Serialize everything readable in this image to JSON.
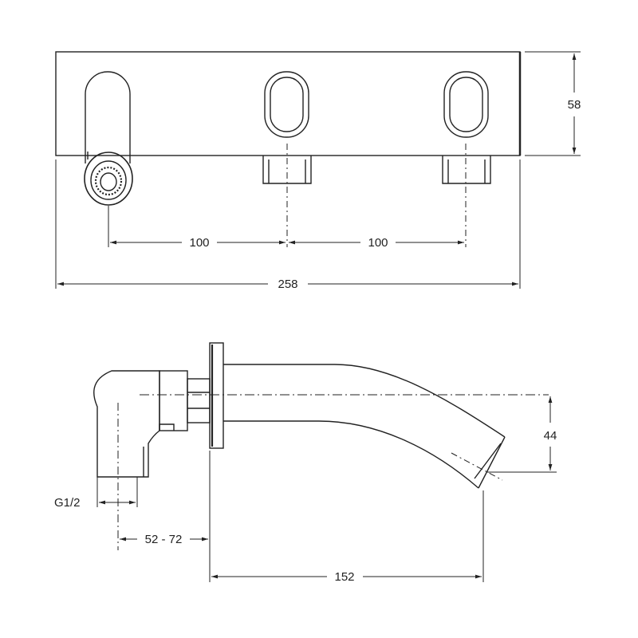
{
  "colors": {
    "line": "#222222",
    "background": "#ffffff"
  },
  "front_view": {
    "dim_spacing_left": "100",
    "dim_spacing_right": "100",
    "dim_total_width": "258",
    "dim_height": "58"
  },
  "side_view": {
    "dim_spout_drop": "44",
    "dim_thread": "G1/2",
    "dim_wall_depth": "52 - 72",
    "dim_projection": "152"
  }
}
